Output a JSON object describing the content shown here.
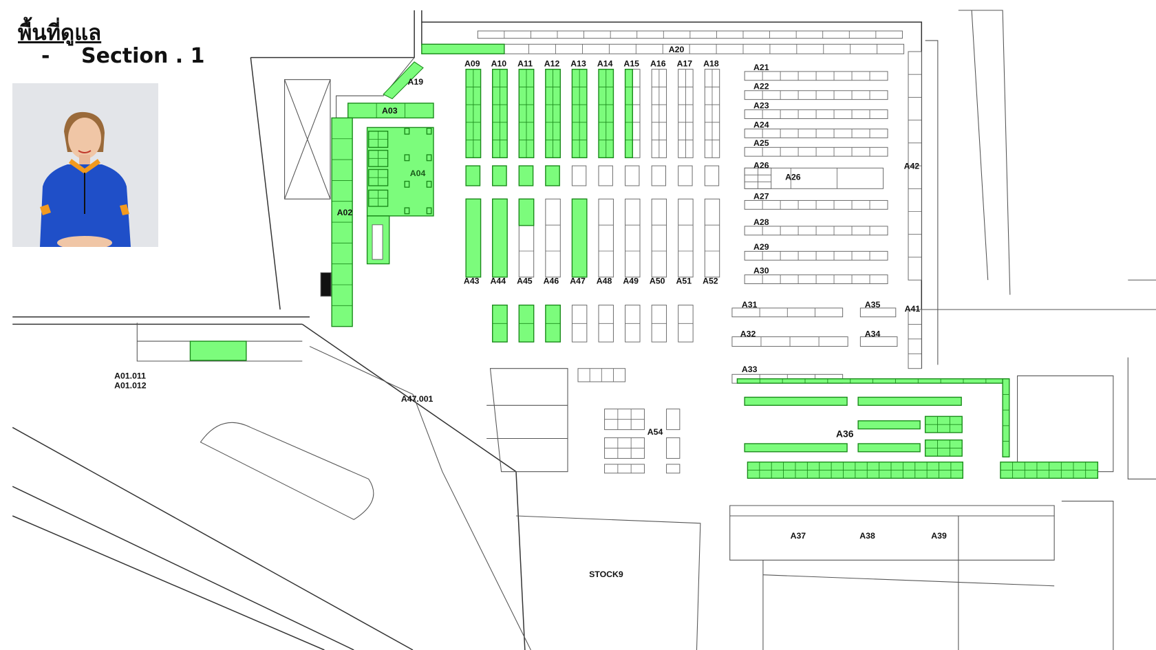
{
  "header": {
    "title": "พื้นที่ดูแล",
    "bullet": "-",
    "section": "Section . 1"
  },
  "photo": {
    "subject": "staff-photo"
  },
  "colors": {
    "assigned": "#7cfc7c",
    "assigned_border": "#1a8a1a",
    "line": "#555555"
  },
  "zones": {
    "A02": "A02",
    "A03": "A03",
    "A04": "A04",
    "A19": "A19",
    "A20": "A20",
    "top_aisles": [
      "A09",
      "A10",
      "A11",
      "A12",
      "A13",
      "A14",
      "A15",
      "A16",
      "A17",
      "A18"
    ],
    "bottom_aisles": [
      "A43",
      "A44",
      "A45",
      "A46",
      "A47",
      "A48",
      "A49",
      "A50",
      "A51",
      "A52"
    ],
    "right_racks": [
      "A21",
      "A22",
      "A23",
      "A24",
      "A25",
      "A26",
      "A27",
      "A28",
      "A29",
      "A30"
    ],
    "A31": "A31",
    "A32": "A32",
    "A33": "A33",
    "A34": "A34",
    "A35": "A35",
    "A36": "A36",
    "A37": "A37",
    "A38": "A38",
    "A39": "A39",
    "A41": "A41",
    "A42": "A42",
    "A54": "A54",
    "A47_001": "A47.001",
    "A01_011": "A01.011",
    "A01_012": "A01.012",
    "stock": "STOCK9"
  }
}
